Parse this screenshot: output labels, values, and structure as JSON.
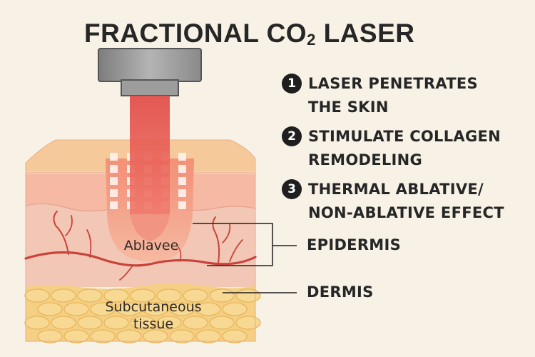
{
  "title": {
    "main": "FRACTIONAL CO",
    "subscript": "2",
    "suffix": " LASER"
  },
  "steps": [
    {
      "number": "1",
      "text": "LASER PENETRATES\nTHE SKIN"
    },
    {
      "number": "2",
      "text": "STIMULATE COLLAGEN\nREMODELING"
    },
    {
      "number": "3",
      "text": "THERMAL ABLATIVE/\nNON-ABLATIVE EFFECT"
    }
  ],
  "labels": {
    "epidermis": "EPIDERMIS",
    "dermis": "DERMIS",
    "ablation_zone": "Ablavee",
    "subcutaneous": "Subcutaneous\ntissue"
  },
  "colors": {
    "background": "#f7f1e6",
    "laser_beam": "#e8534e",
    "skin_top": "#f6c99b",
    "epidermis": "#f4b6a2",
    "dermis": "#f3c5b2",
    "fat": "#f5d083",
    "vessel": "#c9433b",
    "device": "#9a9a9a"
  }
}
